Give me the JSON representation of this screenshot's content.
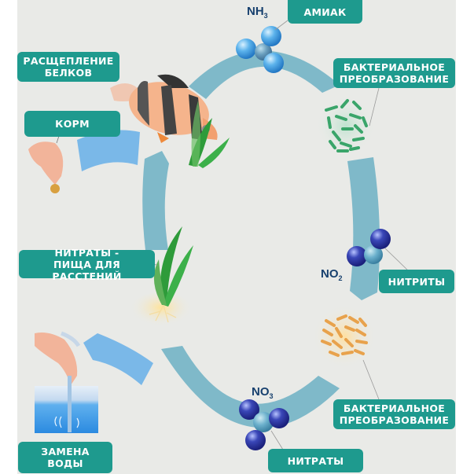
{
  "diagram": {
    "title": "Nitrogen cycle in aquarium",
    "labels": {
      "protein_breakdown": [
        "РАСЩЕПЛЕНИЕ",
        "БЕЛКОВ"
      ],
      "food": [
        "КОРМ"
      ],
      "ammonia": [
        "АМИАК"
      ],
      "bacterial_conversion_1": [
        "БАКТЕРИАЛЬНОЕ",
        "ПРЕОБРАЗОВАНИЕ"
      ],
      "nitrites": [
        "НИТРИТЫ"
      ],
      "nitrates_plant_food": [
        "НИТРАТЫ -",
        "ПИЩА ДЛЯ РАССТЕНИЙ"
      ],
      "bacterial_conversion_2": [
        "БАКТЕРИАЛЬНОЕ",
        "ПРЕОБРАЗОВАНИЕ"
      ],
      "nitrates": [
        "НИТРАТЫ"
      ],
      "water_change": [
        "ЗАМЕНА",
        "ВОДЫ"
      ]
    },
    "formulas": {
      "ammonia": {
        "base": "NH",
        "sub": "3"
      },
      "nitrite": {
        "base": "NO",
        "sub": "2"
      },
      "nitrate": {
        "base": "NO",
        "sub": "3"
      }
    },
    "icons": [
      "fish-icon",
      "hand-feeding-icon",
      "ammonia-molecule-icon",
      "green-bacteria-icon",
      "nitrite-molecule-icon",
      "orange-bacteria-icon",
      "nitrate-molecule-icon",
      "plant-icon",
      "water-change-hand-icon"
    ],
    "colors": {
      "label_bg": "#1e9a8e",
      "cycle_arrow": "#7fb9c9",
      "input_arrow": "#7ab8e8",
      "formula_text": "#17406e",
      "background": "#e9eae7"
    }
  }
}
